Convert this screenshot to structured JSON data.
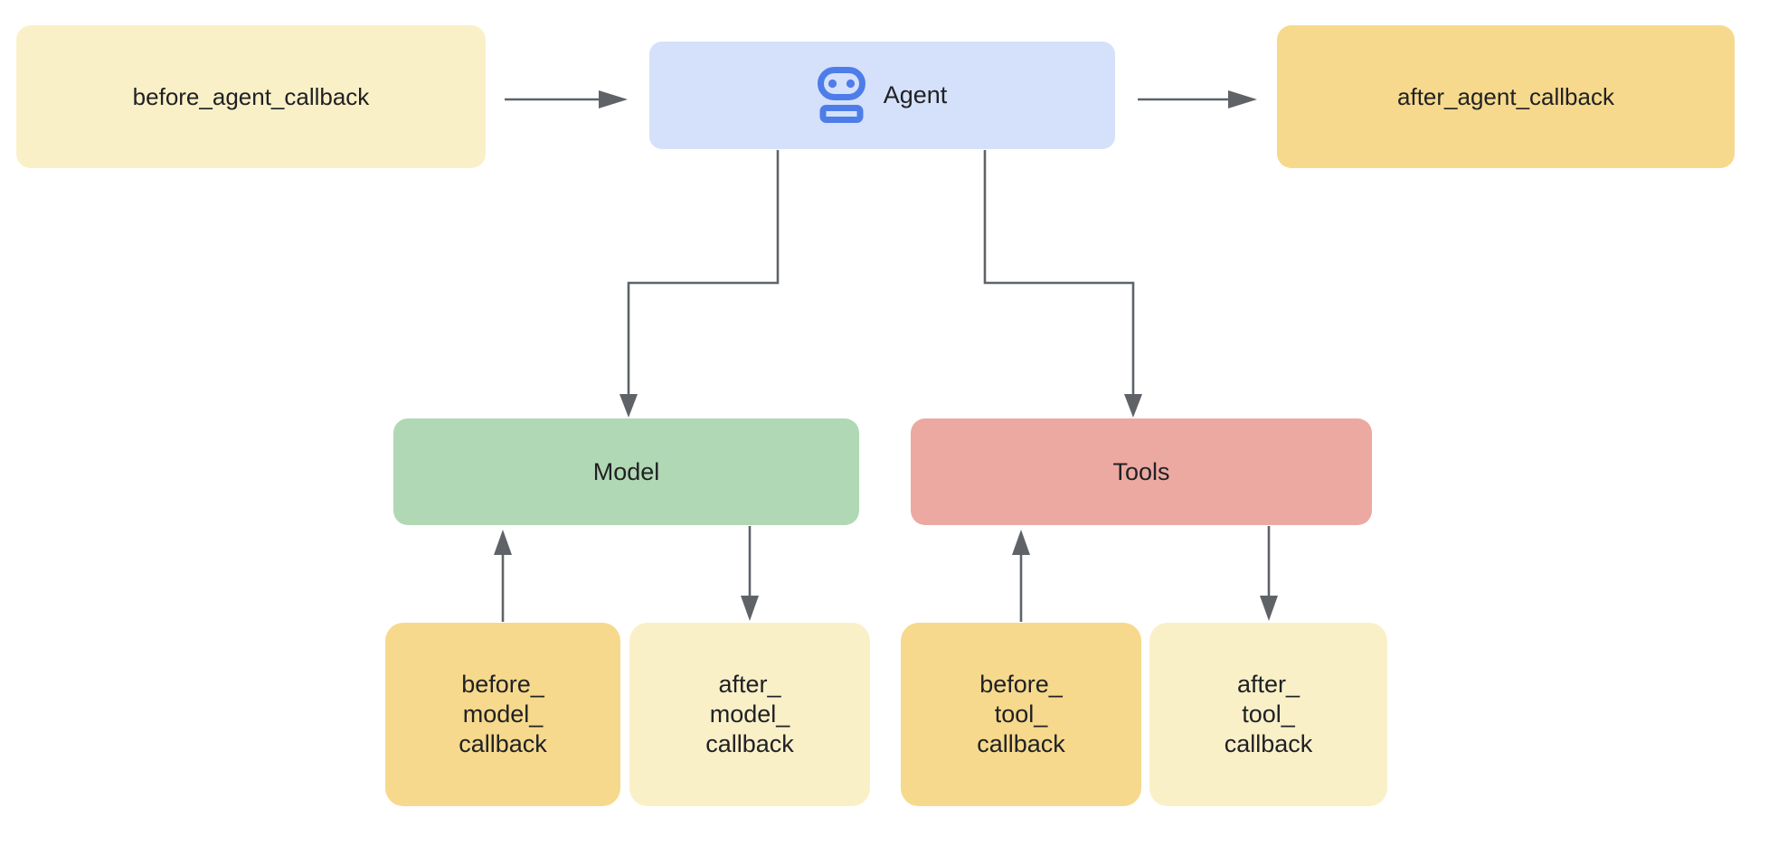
{
  "nodes": {
    "before_agent": {
      "label": "before_agent_callback"
    },
    "agent": {
      "label": "Agent",
      "icon": "robot-icon"
    },
    "after_agent": {
      "label": "after_agent_callback"
    },
    "model": {
      "label": "Model"
    },
    "tools": {
      "label": "Tools"
    },
    "before_model": {
      "label": "before_\nmodel_\ncallback"
    },
    "after_model": {
      "label": "after_\nmodel_\ncallback"
    },
    "before_tool": {
      "label": "before_\ntool_\ncallback"
    },
    "after_tool": {
      "label": "after_\ntool_\ncallback"
    }
  },
  "edges": [
    {
      "from": "before_agent_callback",
      "to": "Agent"
    },
    {
      "from": "Agent",
      "to": "after_agent_callback"
    },
    {
      "from": "Agent",
      "to": "Model"
    },
    {
      "from": "Agent",
      "to": "Tools"
    },
    {
      "from": "before_model_callback",
      "to": "Model"
    },
    {
      "from": "Model",
      "to": "after_model_callback"
    },
    {
      "from": "before_tool_callback",
      "to": "Tools"
    },
    {
      "from": "Tools",
      "to": "after_tool_callback"
    }
  ],
  "colors": {
    "background": "#ffffff",
    "text": "#202124",
    "cream": "#faf0c8",
    "amber": "#f6d98c",
    "blue_fill": "#d5e1fa",
    "robot_blue": "#4e7de9",
    "green": "#b1d8b4",
    "pink": "#eca9a1",
    "connector": "#5f6368"
  }
}
